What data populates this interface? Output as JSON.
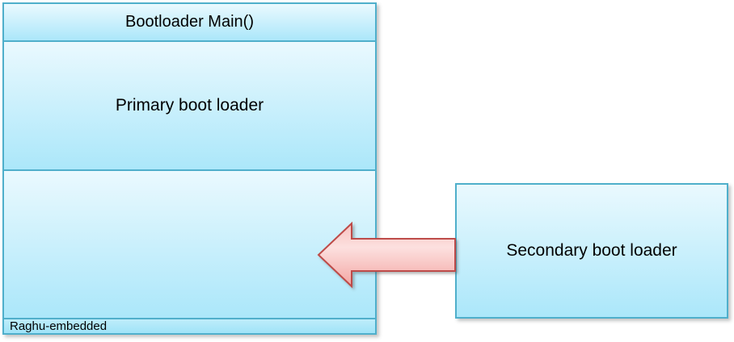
{
  "stack": {
    "header_label": "Bootloader Main()",
    "primary_label": "Primary boot loader",
    "footer_label": "Raghu-embedded"
  },
  "secondary_box": {
    "label": "Secondary boot loader"
  },
  "arrow": {
    "direction": "left",
    "from": "secondary-boot-loader-box",
    "to": "bootloader-stack"
  },
  "colors": {
    "background": "#FFFFFF",
    "text": "#000000",
    "box-border": "#4FAFCB",
    "box-fill-top": "#EAF9FE",
    "box-fill-bottom": "#ABE7FA",
    "strip-fill-top": "#BFEDFA",
    "strip-fill-bottom": "#9FE3F8",
    "arrow-border": "#BE4B48",
    "arrow-fill-top": "#F8C2C0",
    "arrow-fill-mid": "#FCE0DF",
    "arrow-fill-bottom": "#F3A5A2"
  }
}
